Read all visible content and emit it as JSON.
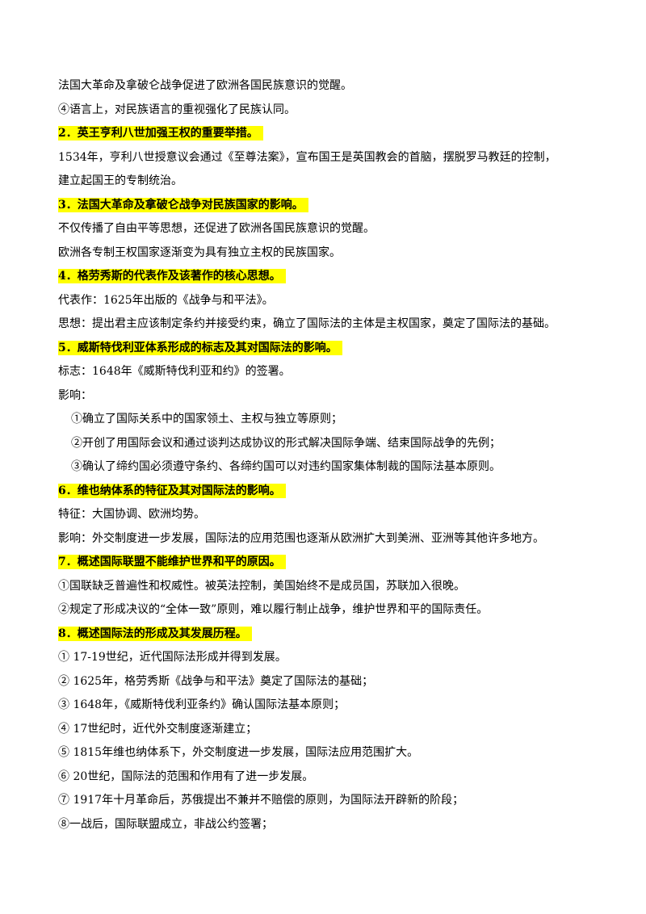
{
  "blocks": [
    {
      "type": "p",
      "text": "法国大革命及拿破仑战争促进了欧洲各国民族意识的觉醒。"
    },
    {
      "type": "p",
      "text": "④语言上，对民族语言的重视强化了民族认同。"
    },
    {
      "type": "h",
      "text": "2．英王亨利八世加强王权的重要举措。"
    },
    {
      "type": "p",
      "text": "1534年，亨利八世授意议会通过《至尊法案》，宣布国王是英国教会的首脑，摆脱罗马教廷的控制，"
    },
    {
      "type": "p",
      "text": "建立起国王的专制统治。"
    },
    {
      "type": "h",
      "text": "3．法国大革命及拿破仑战争对民族国家的影响。"
    },
    {
      "type": "p",
      "text": "不仅传播了自由平等思想，还促进了欧洲各国民族意识的觉醒。"
    },
    {
      "type": "p",
      "text": "欧洲各专制王权国家逐渐变为具有独立主权的民族国家。"
    },
    {
      "type": "h",
      "text": "4．格劳秀斯的代表作及该著作的核心思想。"
    },
    {
      "type": "p",
      "text": "代表作：1625年出版的《战争与和平法》。"
    },
    {
      "type": "p",
      "text": "思想：提出君主应该制定条约并接受约束，确立了国际法的主体是主权国家，奠定了国际法的基础。"
    },
    {
      "type": "h",
      "text": "5．威斯特伐利亚体系形成的标志及其对国际法的影响。"
    },
    {
      "type": "p",
      "text": "标志：1648年《威斯特伐利亚和约》的签署。"
    },
    {
      "type": "p",
      "text": "影响："
    },
    {
      "type": "pi",
      "text": "①确立了国际关系中的国家领土、主权与独立等原则；"
    },
    {
      "type": "pi",
      "text": "②开创了用国际会议和通过谈判达成协议的形式解决国际争端、结束国际战争的先例；"
    },
    {
      "type": "pi",
      "text": "③确认了缔约国必须遵守条约、各缔约国可以对违约国家集体制裁的国际法基本原则。"
    },
    {
      "type": "h",
      "text": "6．维也纳体系的特征及其对国际法的影响。"
    },
    {
      "type": "p",
      "text": "特征：大国协调、欧洲均势。"
    },
    {
      "type": "p",
      "text": "影响：外交制度进一步发展，国际法的应用范围也逐渐从欧洲扩大到美洲、亚洲等其他许多地方。"
    },
    {
      "type": "h",
      "text": "7．概述国际联盟不能维护世界和平的原因。"
    },
    {
      "type": "p",
      "text": "①国联缺乏普遍性和权威性。被英法控制，美国始终不是成员国，苏联加入很晚。"
    },
    {
      "type": "p",
      "text": "②规定了形成决议的“全体一致”原则，难以履行制止战争，维护世界和平的国际责任。"
    },
    {
      "type": "h",
      "text": "8．概述国际法的形成及其发展历程。"
    },
    {
      "type": "p",
      "text": "① 17-19世纪，近代国际法形成并得到发展。"
    },
    {
      "type": "p",
      "text": "② 1625年，格劳秀斯《战争与和平法》奠定了国际法的基础；"
    },
    {
      "type": "p",
      "text": "③ 1648年，《威斯特伐利亚条约》确认国际法基本原则；"
    },
    {
      "type": "p",
      "text": "④ 17世纪时，近代外交制度逐渐建立；"
    },
    {
      "type": "p",
      "text": "⑤ 1815年维也纳体系下，外交制度进一步发展，国际法应用范围扩大。"
    },
    {
      "type": "p",
      "text": "⑥ 20世纪，国际法的范围和作用有了进一步发展。"
    },
    {
      "type": "p",
      "text": "⑦ 1917年十月革命后，苏俄提出不兼并不赔偿的原则，为国际法开辟新的阶段；"
    },
    {
      "type": "p",
      "text": "⑧一战后，国际联盟成立，非战公约签署；"
    }
  ],
  "colors": {
    "highlight": "#ffff00",
    "text": "#000000",
    "background": "#ffffff"
  }
}
